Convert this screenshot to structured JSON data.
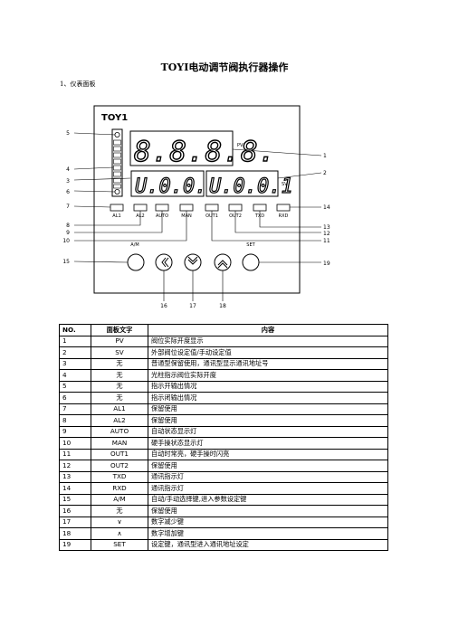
{
  "doc": {
    "title": "TOYI电动调节阀执行器操作",
    "section": "1、仪表面板"
  },
  "panel": {
    "brand": "TOY1",
    "pv_unit": "PV",
    "sv_unit": "SV",
    "pv_digits": "8.8.8.8.",
    "sv_left_digits": "U.0.0.0",
    "sv_right_digits": "U.0.0.1",
    "indicator_labels": [
      "AL1",
      "AL2",
      "AUTO",
      "MAN",
      "OUT1",
      "OUT2",
      "TXD",
      "RXD"
    ],
    "am_label": "A/M",
    "set_label": "SET",
    "callouts": [
      "1",
      "2",
      "3",
      "4",
      "5",
      "6",
      "7",
      "8",
      "9",
      "10",
      "11",
      "12",
      "13",
      "14",
      "15",
      "16",
      "17",
      "18",
      "19"
    ]
  },
  "table": {
    "headers": [
      "NO.",
      "面板文字",
      "内容"
    ],
    "rows": [
      [
        "1",
        "PV",
        "阀位实际开度显示"
      ],
      [
        "2",
        "SV",
        "外部阀位设定值/手动设定值"
      ],
      [
        "3",
        "无",
        "普通型保留使用，通讯型显示通讯地址号"
      ],
      [
        "4",
        "无",
        "光柱指示阀位实际开度"
      ],
      [
        "5",
        "无",
        "指示开输出情况"
      ],
      [
        "6",
        "无",
        "指示闭输出情况"
      ],
      [
        "7",
        "AL1",
        "保留使用"
      ],
      [
        "8",
        "AL2",
        "保留使用"
      ],
      [
        "9",
        "AUTO",
        "自动状态显示灯"
      ],
      [
        "10",
        "MAN",
        "硬手操状态显示灯"
      ],
      [
        "11",
        "OUT1",
        "自动时常亮，硬手操时闪亮"
      ],
      [
        "12",
        "OUT2",
        "保留使用"
      ],
      [
        "13",
        "TXD",
        "通讯指示灯"
      ],
      [
        "14",
        "RXD",
        "通讯指示灯"
      ],
      [
        "15",
        "A/M",
        "自动/手动选择键,进入参数设定键"
      ],
      [
        "16",
        "无",
        "保留使用"
      ],
      [
        "17",
        "∨",
        "数字减少键"
      ],
      [
        "18",
        "∧",
        "数字增加键"
      ],
      [
        "19",
        "SET",
        "设定键，通讯型进入通讯地址设定"
      ]
    ]
  }
}
